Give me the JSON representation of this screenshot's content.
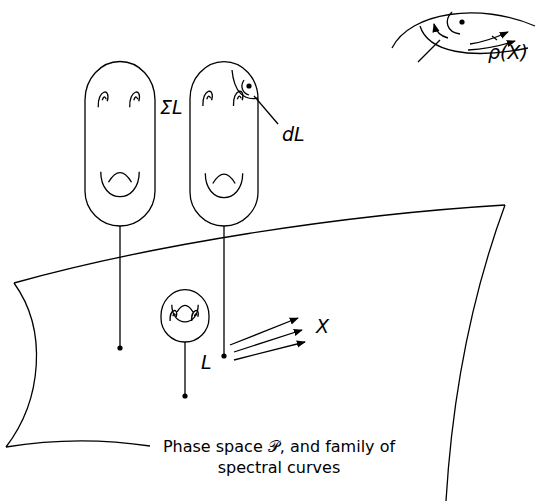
{
  "diagram": {
    "caption": "Phase space 𝒫, and family of spectral curves",
    "labels": [
      "ΣL",
      "dL",
      "ρ(X)",
      "L",
      "X"
    ]
  }
}
